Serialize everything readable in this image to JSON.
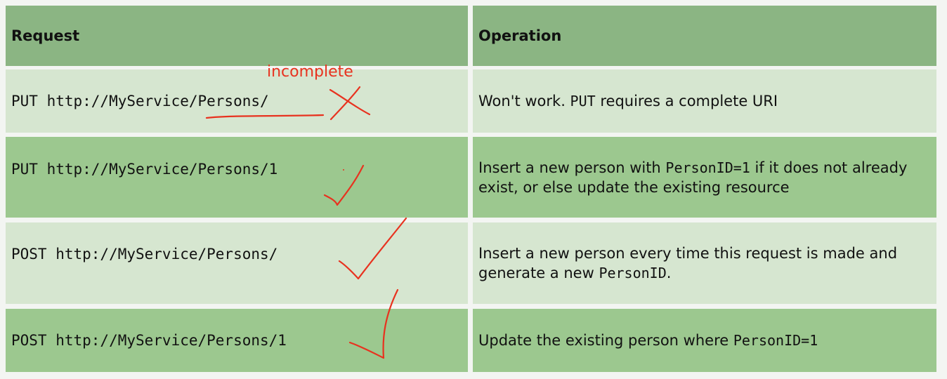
{
  "table": {
    "headers": {
      "request": "Request",
      "operation": "Operation"
    },
    "rows": [
      {
        "request": "PUT http://MyService/Persons/",
        "op_parts": [
          "Won't work. ",
          "PUT",
          " requires a complete URI"
        ]
      },
      {
        "request": "PUT http://MyService/Persons/1",
        "op_parts": [
          "Insert a new person with ",
          "PersonID=1",
          " if it does not already exist, or else update the existing resource"
        ]
      },
      {
        "request": "POST http://MyService/Persons/",
        "op_parts": [
          "Insert a new person every time this request is made and generate a new ",
          "PersonID",
          "."
        ]
      },
      {
        "request": "POST http://MyService/Persons/1",
        "op_parts": [
          "Update the existing person where ",
          "PersonID=1",
          ""
        ]
      }
    ]
  },
  "annotations": {
    "note_text": "incomplete",
    "ink_color": "#e8321f",
    "marks": [
      "cross-mark",
      "check-mark",
      "check-mark",
      "check-mark"
    ]
  }
}
